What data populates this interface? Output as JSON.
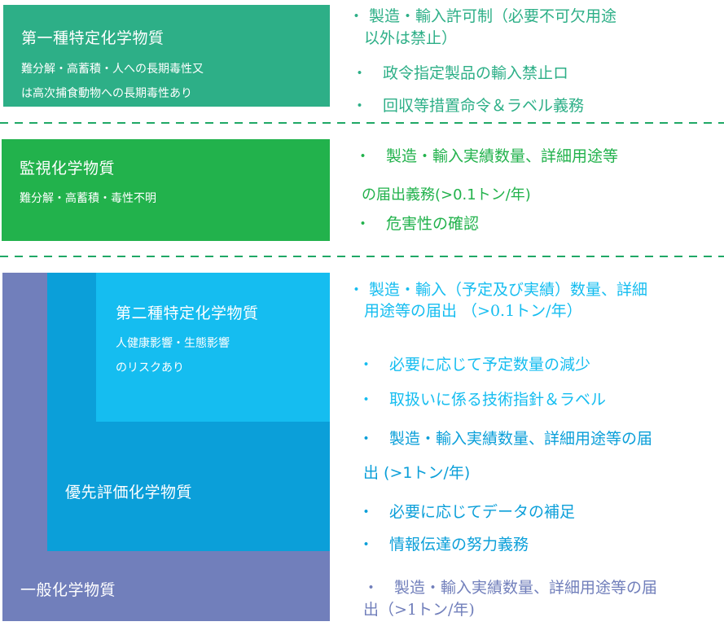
{
  "colors": {
    "type1": "#2daf87",
    "monitoring": "#22b24c",
    "type2": "#15bdf0",
    "priority": "#0b9fd9",
    "general": "#717fbb",
    "divider": "#1fa866"
  },
  "categories": {
    "type1": {
      "title": "第一種特定化学物質",
      "description_lines": [
        "難分解・高蓄積・人への長期毒性又",
        "は高次捕食動物への長期毒性あり"
      ]
    },
    "monitoring": {
      "title": "監視化学物質",
      "description_lines": [
        "難分解・高蓄積・毒性不明"
      ]
    },
    "type2": {
      "title": "第二種特定化学物質",
      "description_lines": [
        "人健康影響・生態影響",
        "のリスクあり"
      ]
    },
    "priority": {
      "title": "優先評価化学物質"
    },
    "general": {
      "title": "一般化学物質"
    }
  },
  "obligations": {
    "type1": [
      "・ 製造・輸入許可制（必要不可欠用途",
      "　以外は禁止）",
      "・　政令指定製品の輸入禁止ロ",
      "・　回収等措置命令＆ラベル義務"
    ],
    "monitoring": [
      "・　製造・輸入実績数量、詳細用途等",
      "の届出義務(>0.1トン/年)",
      "・　危害性の確認"
    ],
    "type2": [
      "・ 製造・輸入（予定及び実績）数量、詳細",
      "　用途等の届出 （>0.1トン/年）",
      "・　必要に応じて予定数量の減少",
      "・　取扱いに係る技術指針＆ラベル"
    ],
    "priority": [
      "・　製造・輸入実績数量、詳細用途等の届",
      "出 (>1トン/年)",
      "・　必要に応じてデータの補足",
      "・　情報伝達の努力義務"
    ],
    "general": [
      "・　製造・輸入実績数量、詳細用途等の届",
      "出（>1トン/年)"
    ]
  }
}
